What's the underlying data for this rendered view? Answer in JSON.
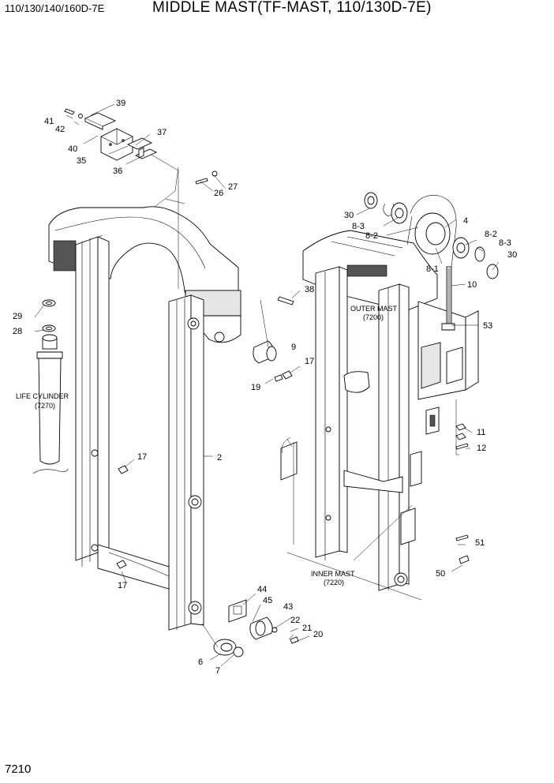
{
  "header": {
    "model": "110/130/140/160D-7E",
    "title": "MIDDLE MAST(TF-MAST, 110/130D-7E)"
  },
  "page_number": "7210",
  "assembly_labels": {
    "life_cylinder": "LIFE CYLINDER",
    "life_cylinder_code": "(7270)",
    "outer_mast": "OUTER MAST",
    "outer_mast_code": "(7200)",
    "inner_mast": "INNER MAST",
    "inner_mast_code": "(7220)"
  },
  "callouts": [
    "39",
    "41",
    "42",
    "40",
    "35",
    "37",
    "36",
    "27",
    "26",
    "38",
    "29",
    "28",
    "9",
    "17",
    "19",
    "30",
    "4",
    "8-3",
    "8-2",
    "8-1",
    "8-2",
    "8-3",
    "30",
    "10",
    "53",
    "11",
    "12",
    "17",
    "2",
    "17",
    "51",
    "50",
    "44",
    "45",
    "43",
    "22",
    "21",
    "20",
    "6",
    "7"
  ]
}
